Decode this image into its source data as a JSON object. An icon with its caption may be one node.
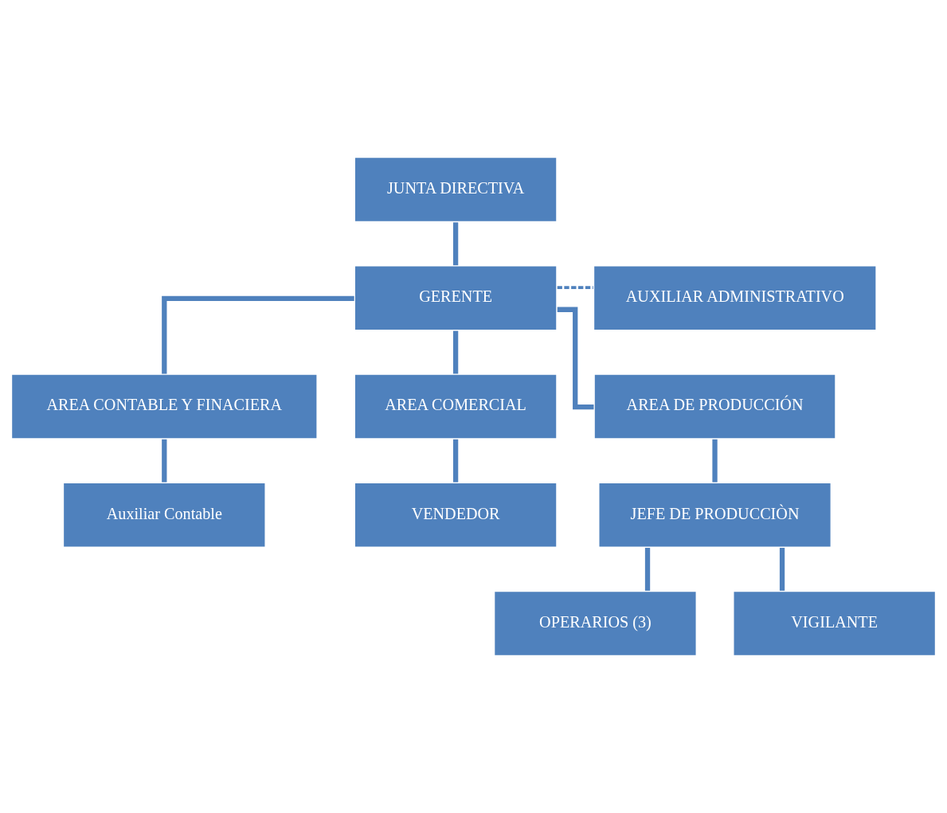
{
  "diagram": {
    "nodes": [
      {
        "text": [
          "JUNTA DIRECTIVA"
        ]
      },
      {
        "text": [
          "GERENTE"
        ]
      },
      {
        "text": [
          "AUXILIAR ADMINISTRATIVO"
        ]
      },
      {
        "text": [
          "AREA CONTABLE Y FINACIERA"
        ]
      },
      {
        "text": [
          "AREA COMERCIAL"
        ]
      },
      {
        "text": [
          "AREA DE PRODUCCIÓN"
        ]
      },
      {
        "text": [
          "Auxiliar Contable"
        ]
      },
      {
        "text": [
          "VENDEDOR"
        ]
      },
      {
        "text": [
          "JEFE DE PRODUCCIÒN"
        ]
      },
      {
        "text": [
          "OPERARIOS (3)"
        ]
      },
      {
        "text": [
          "VIGILANTE"
        ]
      }
    ],
    "edges": [
      {
        "from": 0,
        "to": 1,
        "arrow": "none"
      },
      {
        "from": 1,
        "to": 2,
        "arrow": "none",
        "style": "dashed"
      },
      {
        "from": 1,
        "to": 3,
        "arrow": "none"
      },
      {
        "from": 1,
        "to": 4,
        "arrow": "none"
      },
      {
        "from": 1,
        "to": 5,
        "arrow": "none"
      },
      {
        "from": 3,
        "to": 6,
        "arrow": "none"
      },
      {
        "from": 4,
        "to": 7,
        "arrow": "none"
      },
      {
        "from": 5,
        "to": 8,
        "arrow": "none"
      },
      {
        "from": 8,
        "to": 9,
        "arrow": "none"
      },
      {
        "from": 8,
        "to": 10,
        "arrow": "none"
      }
    ]
  }
}
